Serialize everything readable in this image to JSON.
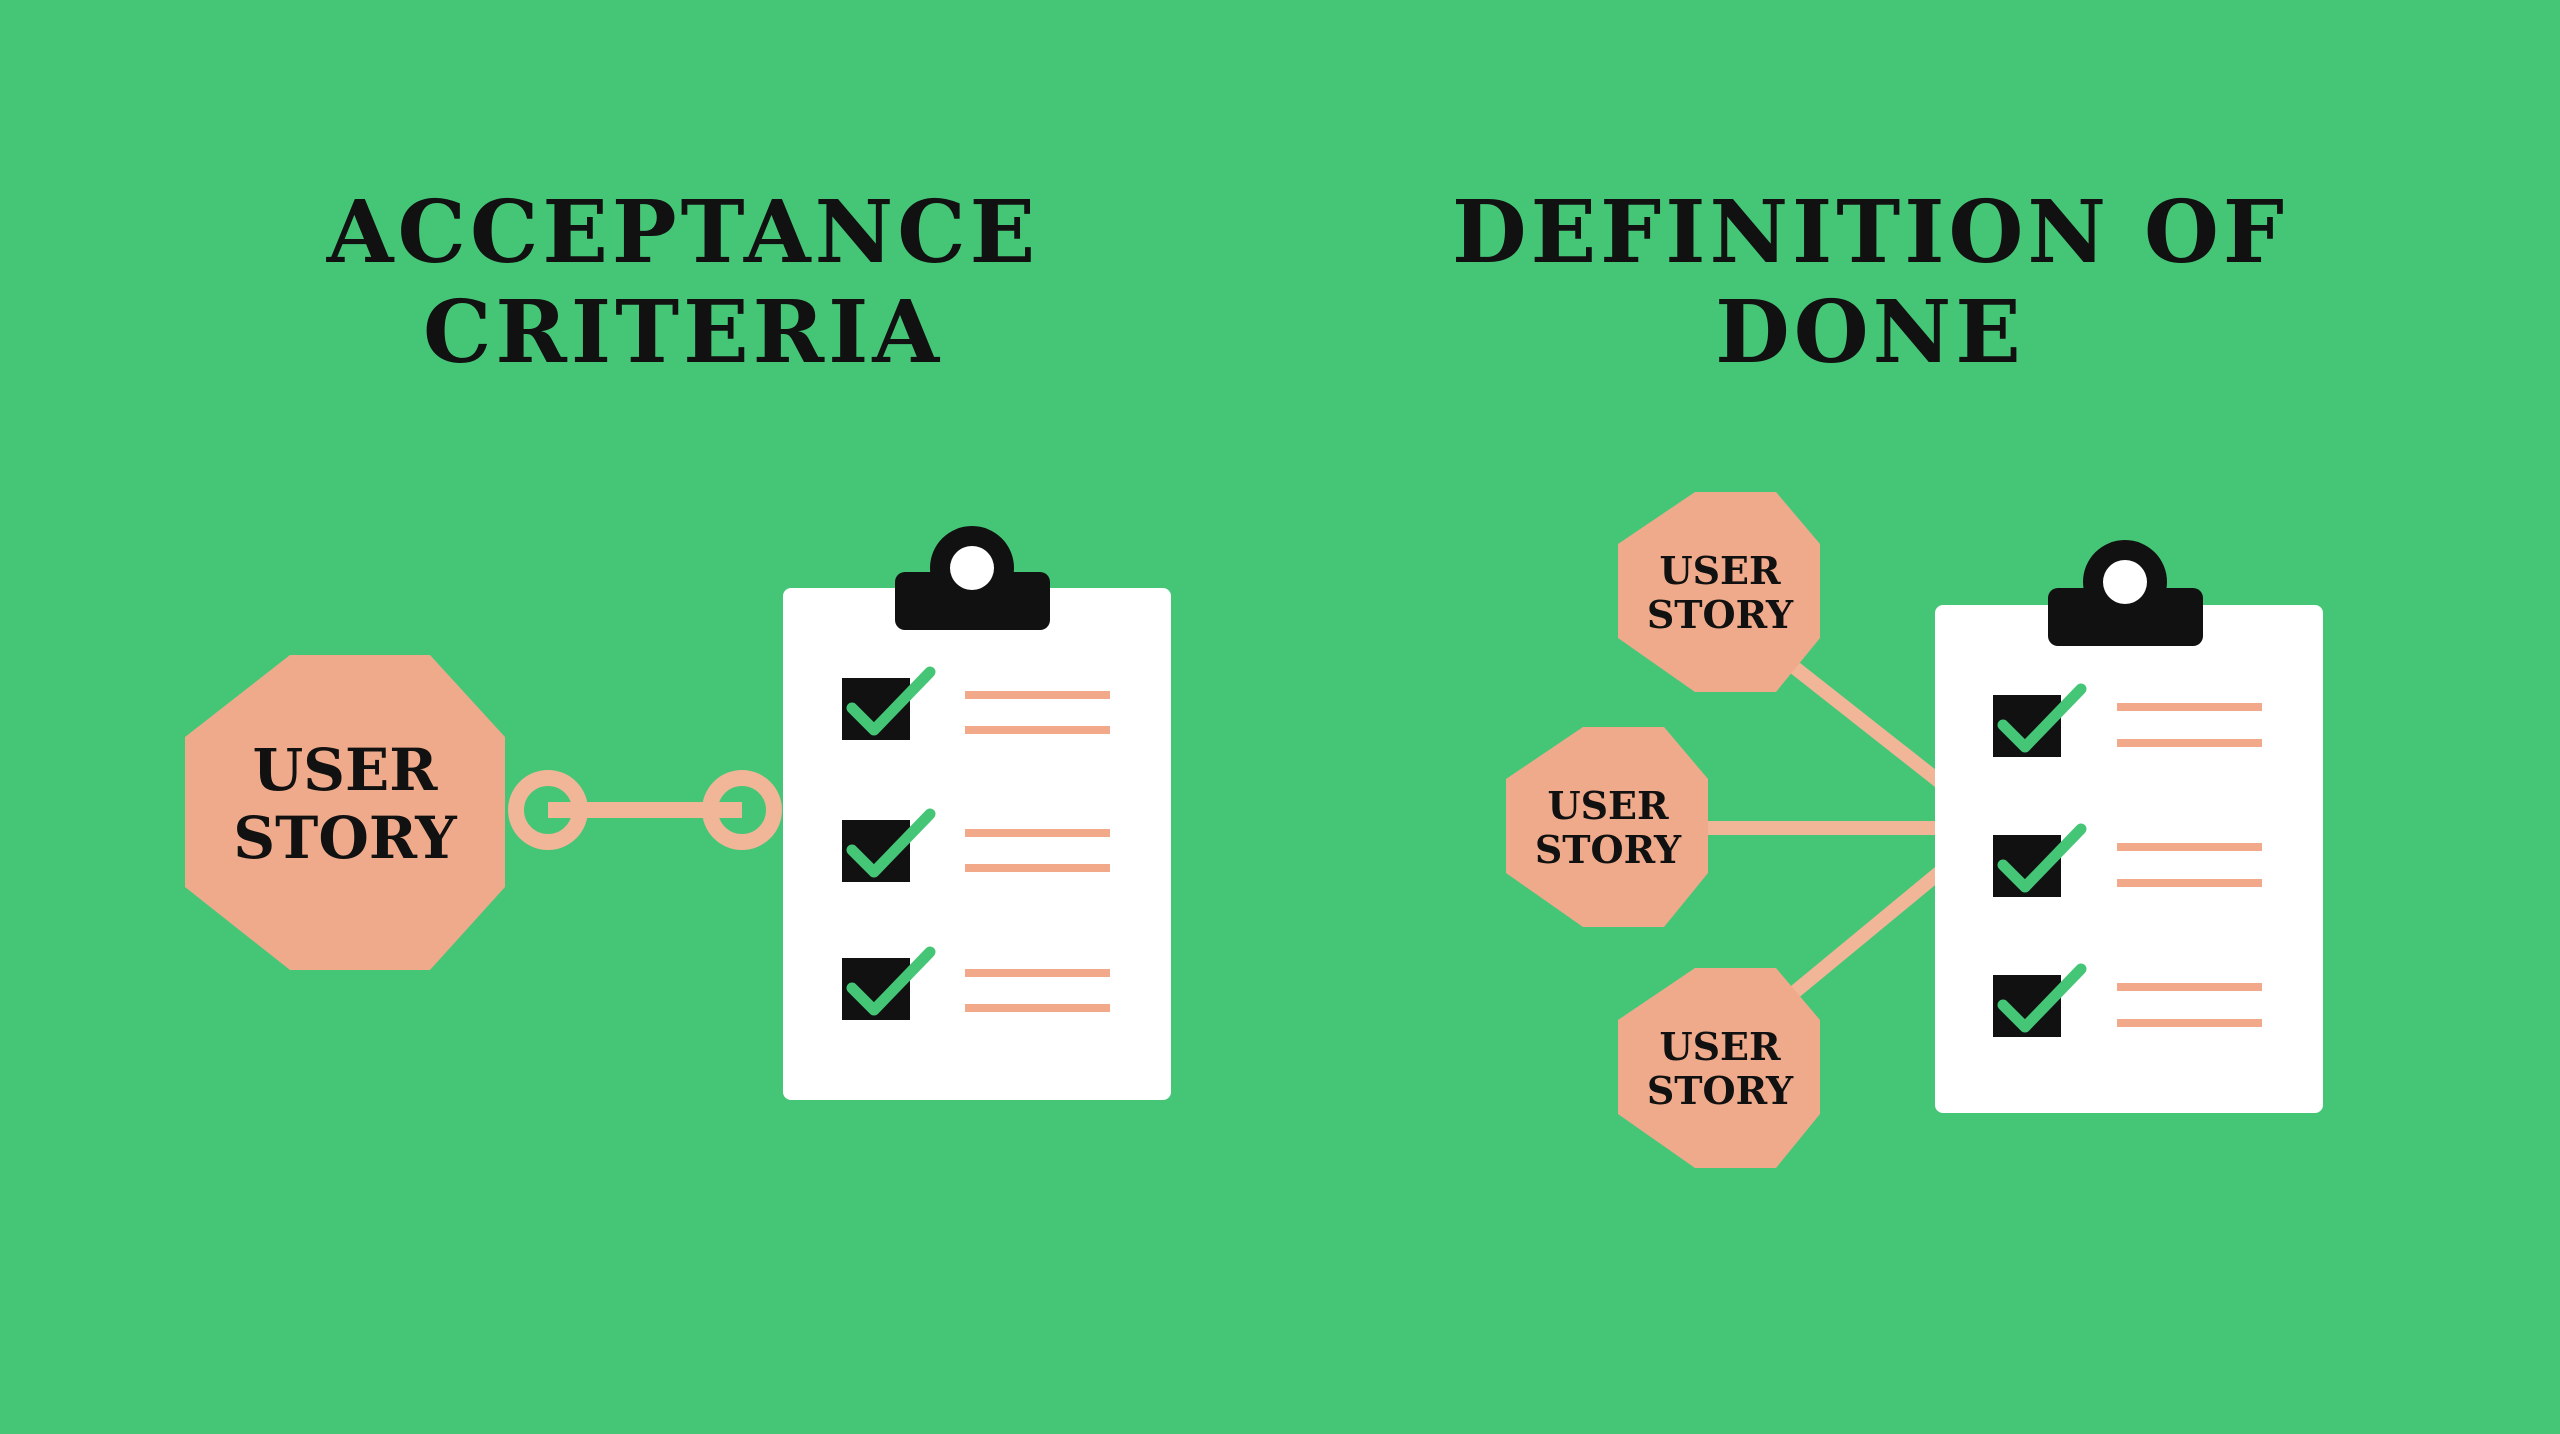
{
  "colors": {
    "background": "#45c677",
    "octagon": "#eeaa8b",
    "connector": "#f1b597",
    "clipboard": "#ffffff",
    "ink": "#111111",
    "check": "#45c677",
    "line": "#f1a98a"
  },
  "left": {
    "title_line1": "ACCEPTANCE",
    "title_line2": "CRITERIA",
    "story": {
      "line1": "USER",
      "line2": "STORY"
    }
  },
  "right": {
    "title_line1": "DEFINITION OF",
    "title_line2": "DONE",
    "stories": [
      {
        "line1": "USER",
        "line2": "STORY"
      },
      {
        "line1": "USER",
        "line2": "STORY"
      },
      {
        "line1": "USER",
        "line2": "STORY"
      }
    ]
  },
  "icons": [
    "clipboard-icon",
    "checkbox-icon",
    "octagon-icon"
  ]
}
